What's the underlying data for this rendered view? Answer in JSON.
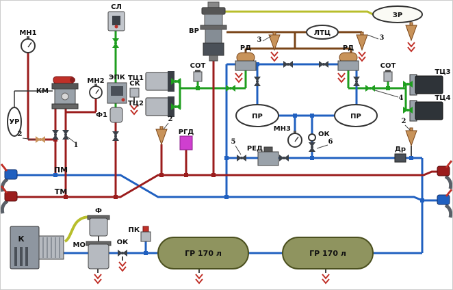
{
  "diagram": {
    "type": "pneumatic-brake-system-schematic",
    "labels": {
      "sl": "СЛ",
      "mn1": "МН1",
      "vr": "ВР",
      "ltc": "ЛТЦ",
      "zr": "ЗР",
      "rd_left": "РД",
      "rd_right": "РД",
      "sot_left": "СОТ",
      "sot_right": "СОТ",
      "tc1": "ТЦ1",
      "tc2": "ТЦ2",
      "tc3": "ТЦ3",
      "tc4": "ТЦ4",
      "km": "КМ",
      "mn2": "МН2",
      "epk": "ЭПК",
      "sk": "СК",
      "f1": "Ф1",
      "ur": "УР",
      "pr_left": "ПР",
      "pr_right": "ПР",
      "mn3": "МН3",
      "ok_mid": "ОК",
      "rgd": "РГД",
      "red_valve": "РЕД",
      "dr_throttle": "Др",
      "pm": "ПМ",
      "tm": "ТМ",
      "k": "К",
      "f": "Ф",
      "mo": "МО",
      "ok_low": "ОК",
      "pk": "ПК",
      "gr1": "ГР 170 л",
      "gr2": "ГР 170 л",
      "n1": "1",
      "n2_left": "2",
      "n2_mid": "2",
      "n2_right": "2",
      "n3_left": "3",
      "n3_right": "3",
      "n4": "4",
      "n5": "5",
      "n6": "6"
    },
    "colors": {
      "feed_line_blue": "#2060c0",
      "brake_line_red": "#9b1c1c",
      "release_green": "#1f9e1f",
      "reserve_yellow": "#b8be2c",
      "supply_brown": "#7a4518",
      "device_tan": "#c8935a",
      "reservoir_olive": "#8f945f",
      "signal_magenta": "#cf3fcf",
      "drain_red": "#c03028"
    }
  }
}
